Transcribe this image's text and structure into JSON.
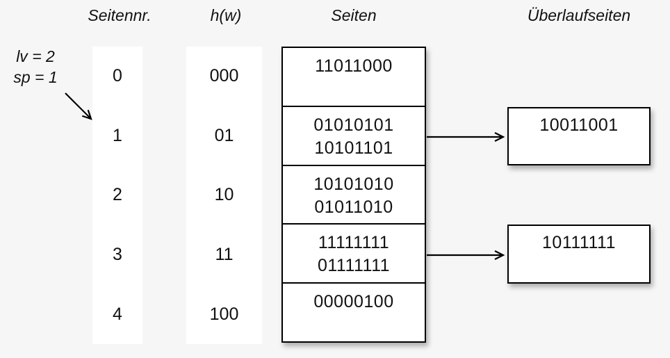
{
  "colors": {
    "background": "#f6f6f6",
    "box_fill": "#ffffff",
    "stroke": "#000000",
    "text": "#111111"
  },
  "headers": {
    "page_number": "Seitennr.",
    "hash_function": "h(w)",
    "pages": "Seiten",
    "overflow_pages": "Überlaufseiten"
  },
  "annotations": {
    "level": "lv = 2",
    "split_pointer": "sp = 1"
  },
  "buckets": [
    {
      "page_no": "0",
      "hash": "000",
      "entries": [
        "11011000"
      ]
    },
    {
      "page_no": "1",
      "hash": "01",
      "entries": [
        "01010101",
        "10101101"
      ],
      "overflow": "10011001"
    },
    {
      "page_no": "2",
      "hash": "10",
      "entries": [
        "10101010",
        "01011010"
      ]
    },
    {
      "page_no": "3",
      "hash": "11",
      "entries": [
        "11111111",
        "01111111"
      ],
      "overflow": "10111111"
    },
    {
      "page_no": "4",
      "hash": "100",
      "entries": [
        "00000100"
      ]
    }
  ]
}
